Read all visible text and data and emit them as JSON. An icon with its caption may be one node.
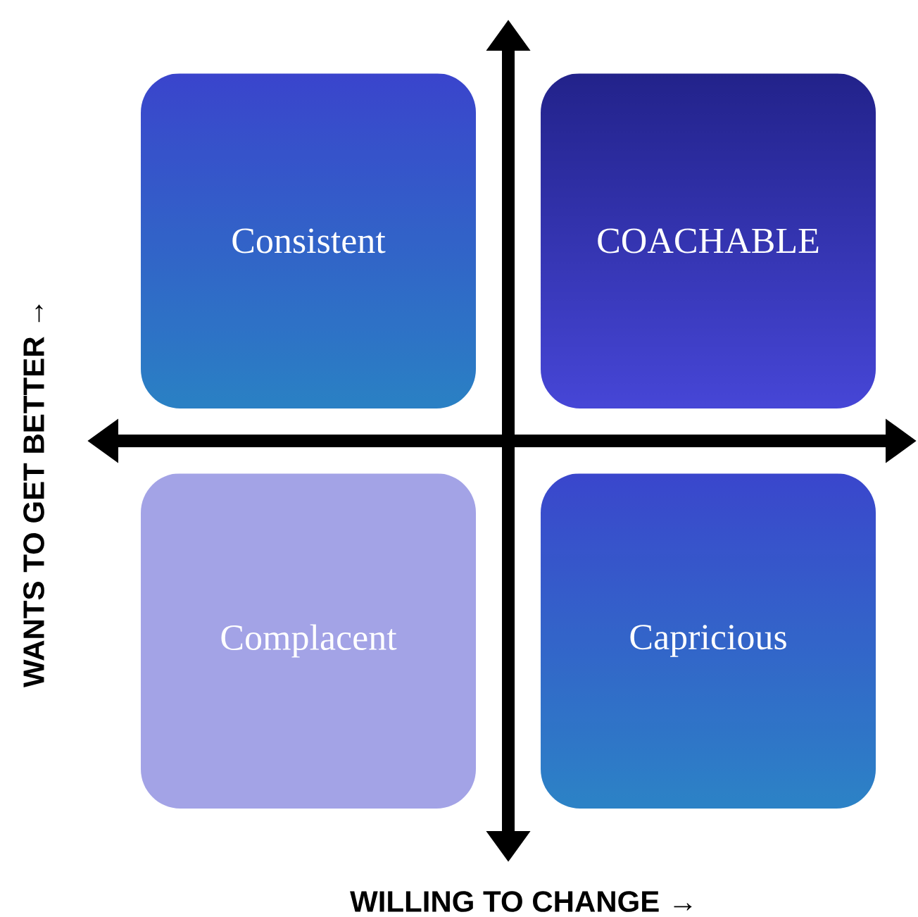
{
  "diagram": {
    "nodes": [
      {
        "text": [
          "Consistent"
        ]
      },
      {
        "text": [
          "COACHABLE"
        ]
      },
      {
        "text": [
          "Complacent"
        ]
      },
      {
        "text": [
          "Capricious"
        ]
      }
    ],
    "labels": [
      "WANTS TO GET BETTER →",
      "WILLING TO CHANGE →"
    ]
  }
}
